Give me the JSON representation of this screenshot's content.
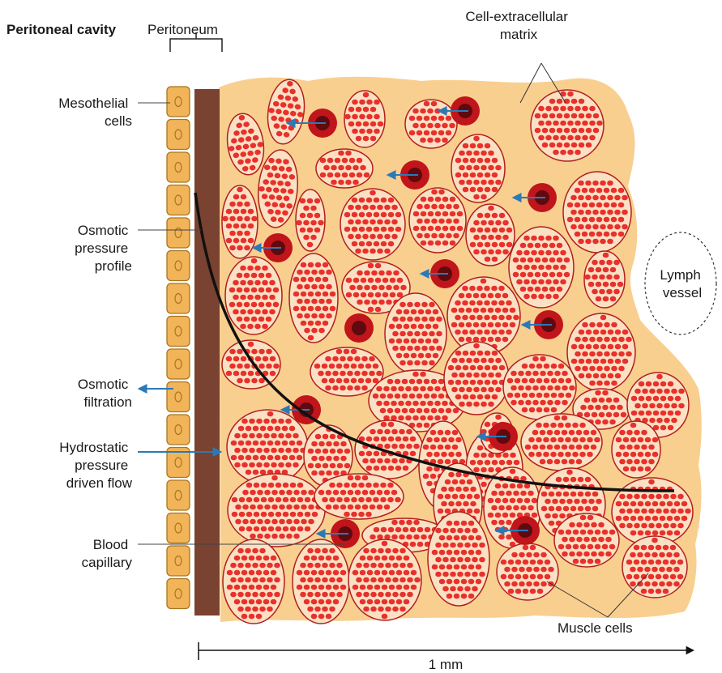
{
  "header": {
    "cavity_label": "Peritoneal cavity",
    "peritoneum_label": "Peritoneum"
  },
  "labels": {
    "mesothelial": [
      "Mesothelial",
      "cells"
    ],
    "osmotic_pressure": [
      "Osmotic",
      "pressure",
      "profile"
    ],
    "osmotic_filtration": [
      "Osmotic",
      "filtration"
    ],
    "hydrostatic": [
      "Hydrostatic",
      "pressure",
      "driven flow"
    ],
    "blood_capillary": [
      "Blood",
      "capillary"
    ],
    "cell_matrix": [
      "Cell-extracellular",
      "matrix"
    ],
    "lymph_vessel": [
      "Lymph",
      "vessel"
    ],
    "muscle_cells": "Muscle cells",
    "scale": "1 mm"
  },
  "colors": {
    "matrix": "#f9cf8f",
    "muscle_fill": "#e8302c",
    "muscle_stroke": "#b01f1c",
    "muscle_net": "#fbe1c4",
    "mesothelial_fill": "#f2b458",
    "mesothelial_stroke": "#a8751f",
    "peritoneum": "#7a4230",
    "capillary_outer": "#c0151b",
    "capillary_inner": "#5e0a0e",
    "arrow": "#2a7ab8"
  }
}
